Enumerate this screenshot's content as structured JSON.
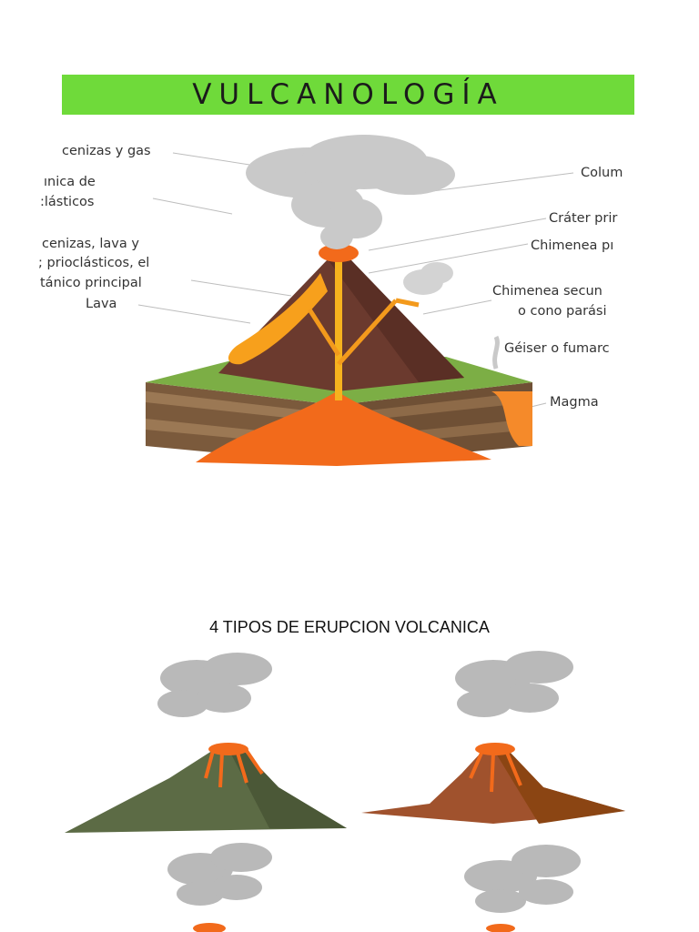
{
  "banner": {
    "title": "VULCANOLOGÍA"
  },
  "diagram": {
    "left_labels": [
      "cenizas y gas",
      "ınica de",
      ":lásticos",
      "cenizas, lava y",
      "; prioclásticos, el",
      "tánico principal",
      "Lava"
    ],
    "right_labels": [
      "Colum",
      "Cráter prir",
      "Chimenea pı",
      "Chimenea secun",
      "o cono parási",
      "Géiser o fumarc",
      "Magma"
    ]
  },
  "section": {
    "title": "4 TIPOS DE ERUPCION VOLCANICA"
  },
  "colors": {
    "banner": "#6fda3a",
    "lava": "#f26a1b",
    "rock": "#6b3a2e",
    "smoke": "#c9c9c9"
  }
}
